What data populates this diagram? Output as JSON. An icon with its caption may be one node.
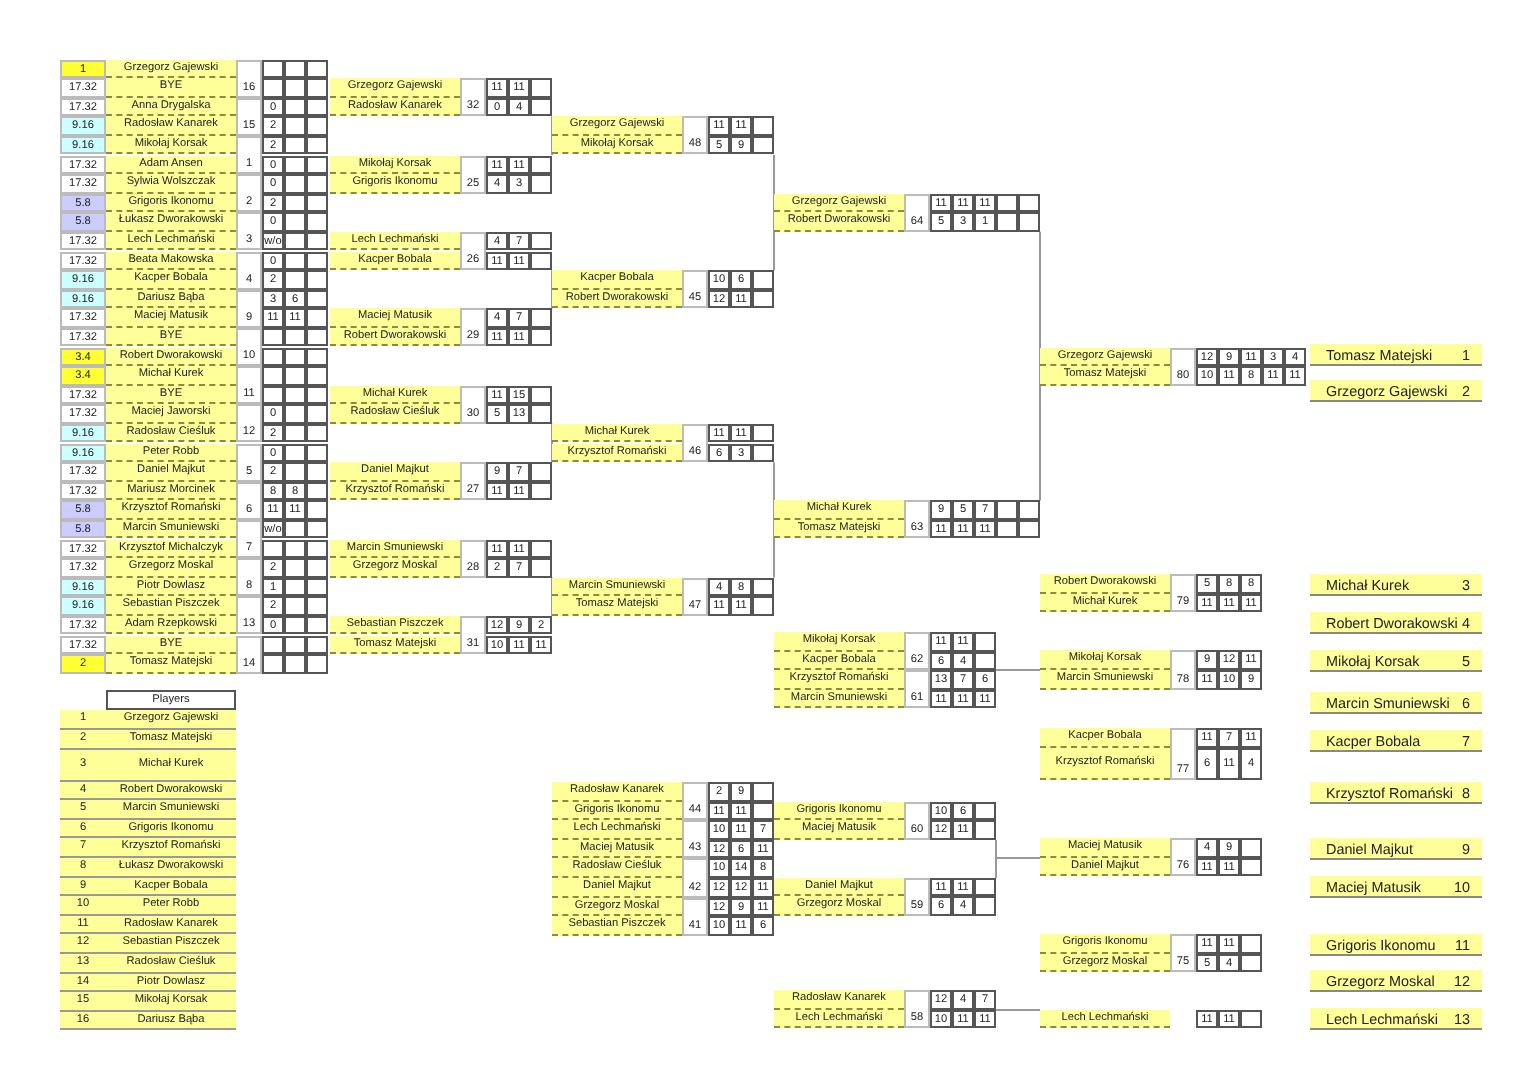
{
  "diagram": {
    "labels": [
      "1",
      "Grzegorz Gajewski",
      "17.32",
      "BYE",
      "16",
      "17.32",
      "Anna Drygalska",
      "0",
      "9.16",
      "Radosław Kanarek",
      "15",
      "2",
      "9.16",
      "Mikołaj Korsak",
      "2",
      "17.32",
      "Adam Ansen",
      "1",
      "0",
      "17.32",
      "Sylwia Wolszczak",
      "0",
      "5.8",
      "Grigoris Ikonomu",
      "2",
      "2",
      "5.8",
      "Łukasz Dworakowski",
      "0",
      "17.32",
      "Lech Lechmański",
      "3",
      "w/o",
      "17.32",
      "Beata Makowska",
      "0",
      "9.16",
      "Kacper Bobala",
      "4",
      "2",
      "9.16",
      "Dariusz Bąba",
      "3",
      "6",
      "17.32",
      "Maciej Matusik",
      "9",
      "11",
      "11",
      "17.32",
      "BYE",
      "3.4",
      "Robert Dworakowski",
      "10",
      "3.4",
      "Michał Kurek",
      "17.32",
      "BYE",
      "11",
      "17.32",
      "Maciej Jaworski",
      "0",
      "9.16",
      "Radosław Cieśluk",
      "12",
      "2",
      "9.16",
      "Peter Robb",
      "0",
      "17.32",
      "Daniel Majkut",
      "5",
      "2",
      "17.32",
      "Mariusz Morcinek",
      "8",
      "8",
      "5.8",
      "Krzysztof Romański",
      "6",
      "11",
      "11",
      "5.8",
      "Marcin Smuniewski",
      "w/o",
      "17.32",
      "Krzysztof Michalczyk",
      "7",
      "17.32",
      "Grzegorz Moskal",
      "2",
      "9.16",
      "Piotr Dowlasz",
      "8",
      "1",
      "9.16",
      "Sebastian Piszczek",
      "2",
      "17.32",
      "Adam Rzepkowski",
      "13",
      "0",
      "17.32",
      "BYE",
      "2",
      "Tomasz Matejski",
      "14",
      "Grzegorz Gajewski",
      "11",
      "11",
      "Radosław Kanarek",
      "32",
      "0",
      "4",
      "Mikołaj Korsak",
      "11",
      "11",
      "Grigoris Ikonomu",
      "25",
      "4",
      "3",
      "Lech Lechmański",
      "4",
      "7",
      "Kacper Bobala",
      "26",
      "11",
      "11",
      "Maciej Matusik",
      "4",
      "7",
      "Robert Dworakowski",
      "29",
      "11",
      "11",
      "Michał Kurek",
      "11",
      "15",
      "Radosław Cieśluk",
      "30",
      "5",
      "13",
      "Daniel Majkut",
      "9",
      "7",
      "Krzysztof Romański",
      "27",
      "11",
      "11",
      "Marcin Smuniewski",
      "11",
      "11",
      "Grzegorz Moskal",
      "28",
      "2",
      "7",
      "Sebastian Piszczek",
      "12",
      "9",
      "2",
      "Tomasz Matejski",
      "31",
      "10",
      "11",
      "11",
      "Grzegorz Gajewski",
      "11",
      "11",
      "Mikołaj Korsak",
      "48",
      "5",
      "9",
      "Kacper Bobala",
      "10",
      "6",
      "Robert Dworakowski",
      "45",
      "12",
      "11",
      "Michał Kurek",
      "11",
      "11",
      "Krzysztof Romański",
      "46",
      "6",
      "3",
      "Marcin Smuniewski",
      "4",
      "8",
      "Tomasz Matejski",
      "47",
      "11",
      "11",
      "Grzegorz Gajewski",
      "11",
      "11",
      "11",
      "Robert Dworakowski",
      "64",
      "5",
      "3",
      "1",
      "Michał Kurek",
      "9",
      "5",
      "7",
      "Tomasz Matejski",
      "63",
      "11",
      "11",
      "11",
      "Grzegorz Gajewski",
      "12",
      "9",
      "11",
      "3",
      "4",
      "Tomasz Matejski",
      "80",
      "10",
      "11",
      "8",
      "11",
      "11",
      "Tomasz Matejski",
      "1",
      "Grzegorz Gajewski",
      "2",
      "Mikołaj Korsak",
      "11",
      "11",
      "Kacper Bobala",
      "62",
      "6",
      "4",
      "Krzysztof Romański",
      "13",
      "7",
      "6",
      "Marcin Smuniewski",
      "61",
      "11",
      "11",
      "11",
      "Robert Dworakowski",
      "5",
      "8",
      "8",
      "Michał Kurek",
      "79",
      "11",
      "11",
      "11",
      "Mikołaj Korsak",
      "9",
      "12",
      "11",
      "Marcin Smuniewski",
      "78",
      "11",
      "10",
      "9",
      "Kacper Bobala",
      "11",
      "7",
      "11",
      "Krzysztof Romański",
      "77",
      "6",
      "11",
      "4",
      "Michał Kurek",
      "3",
      "Robert Dworakowski",
      "4",
      "Mikołaj Korsak",
      "5",
      "Marcin Smuniewski",
      "6",
      "Kacper Bobala",
      "7",
      "Krzysztof Romański",
      "8",
      "Daniel Majkut",
      "9",
      "Maciej Matusik",
      "10",
      "Grigoris Ikonomu",
      "11",
      "Grzegorz Moskal",
      "12",
      "Lech Lechmański",
      "13",
      "Players",
      "1",
      "Grzegorz Gajewski",
      "2",
      "Tomasz Matejski",
      "3",
      "Michał Kurek",
      "4",
      "Robert Dworakowski",
      "5",
      "Marcin Smuniewski",
      "6",
      "Grigoris Ikonomu",
      "7",
      "Krzysztof Romański",
      "8",
      "Łukasz Dworakowski",
      "9",
      "Kacper Bobala",
      "10",
      "Peter Robb",
      "11",
      "Radosław Kanarek",
      "12",
      "Sebastian Piszczek",
      "13",
      "Radosław Cieśluk",
      "14",
      "Piotr Dowlasz",
      "15",
      "Mikołaj Korsak",
      "16",
      "Dariusz Bąba",
      "Radosław Kanarek",
      "2",
      "9",
      "Grigoris Ikonomu",
      "44",
      "11",
      "11",
      "Lech Lechmański",
      "10",
      "11",
      "7",
      "Maciej Matusik",
      "43",
      "12",
      "6",
      "11",
      "Radosław Cieśluk",
      "10",
      "14",
      "8",
      "Daniel Majkut",
      "42",
      "12",
      "12",
      "11",
      "Grzegorz Moskal",
      "12",
      "9",
      "11",
      "Sebastian Piszczek",
      "41",
      "10",
      "11",
      "6",
      "Grigoris Ikonomu",
      "10",
      "6",
      "Maciej Matusik",
      "60",
      "12",
      "11",
      "Daniel Majkut",
      "11",
      "11",
      "Grzegorz Moskal",
      "59",
      "6",
      "4",
      "Radosław Kanarek",
      "12",
      "4",
      "7",
      "Lech Lechmański",
      "58",
      "10",
      "11",
      "11",
      "Maciej Matusik",
      "4",
      "9",
      "Daniel Majkut",
      "76",
      "11",
      "11",
      "Grigoris Ikonomu",
      "11",
      "11",
      "Grzegorz Moskal",
      "75",
      "5",
      "4",
      "Lech Lechmański",
      "11",
      "11"
    ]
  }
}
